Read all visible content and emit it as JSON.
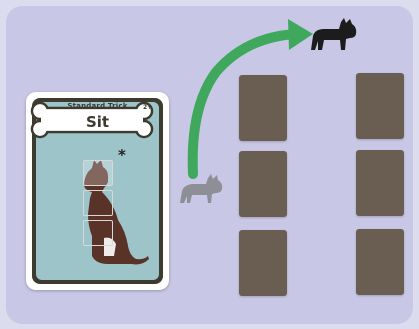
{
  "trick_card": {
    "type_label": "Standard Trick",
    "name": "Sit",
    "players_badge": "2+",
    "marker": "*",
    "figure_icon": "sitting-dog-silhouette-icon"
  },
  "colors": {
    "board": "#c8c8e6",
    "card_border": "#3d3a2f",
    "card_face": "#9cc4c9",
    "deck_card": "#6a5d52",
    "arrow": "#3fa85d",
    "dog_start": "#8e8e96",
    "dog_end": "#1c1c1c"
  },
  "icons": {
    "start_dog": "bulldog-gray-icon",
    "target_dog": "bulldog-black-icon",
    "move_arrow": "curved-arrow-icon"
  },
  "deck_columns": 2,
  "deck_rows": 3
}
